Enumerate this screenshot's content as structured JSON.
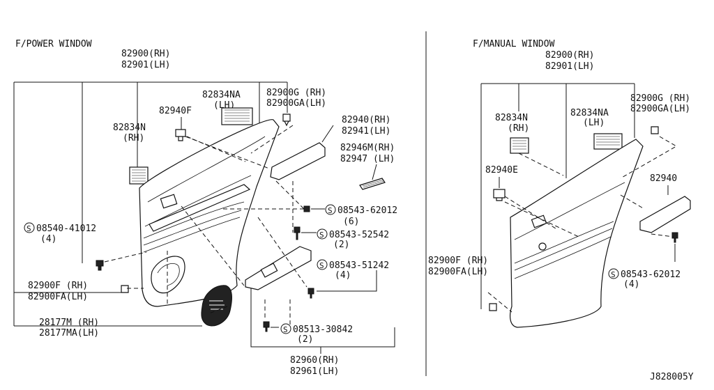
{
  "sections": {
    "left_title": "F/POWER WINDOW",
    "right_title": "F/MANUAL WINDOW"
  },
  "left_labels": {
    "board_rh": "82900(RH)",
    "board_lh": "82901(LH)",
    "pad_na": "82834NA",
    "pad_na_side": "(LH)",
    "clip_g_rh": "82900G (RH)",
    "clip_ga_lh": "82900GA(LH)",
    "clip_f": "82940F",
    "pad_n": "82834N",
    "pad_n_side": "(RH)",
    "armrest_rh": "82940(RH)",
    "armrest_lh": "82941(LH)",
    "cover_rh": "82946M(RH)",
    "cover_lh": "82947 (LH)",
    "screw1": "08543-62012",
    "screw1_qty": "(6)",
    "screw2": "08543-52542",
    "screw2_qty": "(2)",
    "screw3": "08540-41012",
    "screw3_qty": "(4)",
    "screw4": "08543-51242",
    "screw4_qty": "(4)",
    "clip_f_rh": "82900F (RH)",
    "clip_fa_lh": "82900FA(LH)",
    "grille_rh": "28177M (RH)",
    "grille_lh": "28177MA(LH)",
    "screw5": "08513-30842",
    "screw5_qty": "(2)",
    "finisher_rh": "82960(RH)",
    "finisher_lh": "82961(LH)"
  },
  "right_labels": {
    "board_rh": "82900(RH)",
    "board_lh": "82901(LH)",
    "clip_g_rh": "82900G (RH)",
    "clip_ga_lh": "82900GA(LH)",
    "pad_n": "82834N",
    "pad_n_side": "(RH)",
    "pad_na": "82834NA",
    "pad_na_side": "(LH)",
    "clip_e": "82940E",
    "armrest": "82940",
    "clip_f_rh": "82900F (RH)",
    "clip_fa_lh": "82900FA(LH)",
    "screw": "08543-62012",
    "screw_qty": "(4)"
  },
  "screw_symbol": "S",
  "diagram_code": "J828005Y"
}
